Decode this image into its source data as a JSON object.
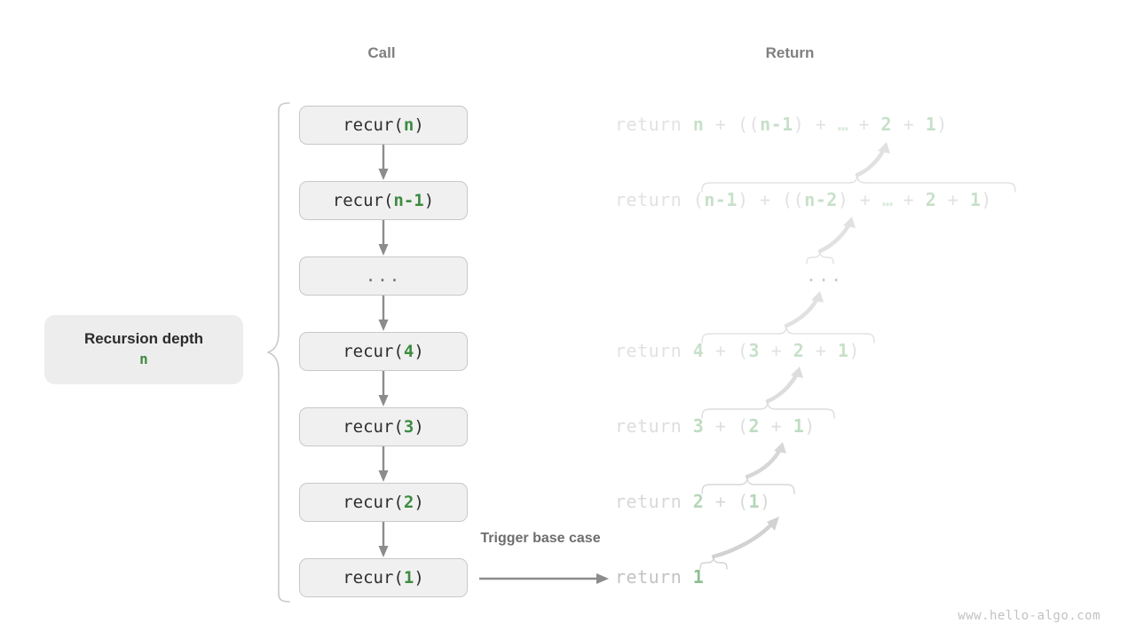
{
  "headers": {
    "call": "Call",
    "return": "Return"
  },
  "depth_box": {
    "title": "Recursion depth",
    "value": "n"
  },
  "trigger": {
    "label": "Trigger base case"
  },
  "watermark": "www.hello-algo.com",
  "colors": {
    "accent_green": "#3d8b40",
    "return_green": "#4a9a50",
    "box_fill": "#f0f0f0",
    "box_border": "#c8c8c8",
    "muted_text": "#9e9e9e",
    "header_text": "#808080",
    "depth_box_fill": "#ededed"
  },
  "call_stack": [
    {
      "name": "call-box-n",
      "prefix": "recur(",
      "arg": "n",
      "suffix": ")"
    },
    {
      "name": "call-box-n-1",
      "prefix": "recur(",
      "arg": "n-1",
      "suffix": ")"
    },
    {
      "name": "call-box-dots",
      "prefix": "",
      "arg": "",
      "suffix": "",
      "ellipsis": "..."
    },
    {
      "name": "call-box-4",
      "prefix": "recur(",
      "arg": "4",
      "suffix": ")"
    },
    {
      "name": "call-box-3",
      "prefix": "recur(",
      "arg": "3",
      "suffix": ")"
    },
    {
      "name": "call-box-2",
      "prefix": "recur(",
      "arg": "2",
      "suffix": ")"
    },
    {
      "name": "call-box-1",
      "prefix": "recur(",
      "arg": "1",
      "suffix": ")"
    }
  ],
  "returns": [
    {
      "keyword": "return ",
      "expr": "n + ((n-1) + … + 2 + 1)"
    },
    {
      "keyword": "return ",
      "expr": "(n-1) + ((n-2) + … + 2 + 1)"
    },
    {
      "keyword": "",
      "expr": "..."
    },
    {
      "keyword": "return ",
      "expr": "4 + (3 + 2 + 1)"
    },
    {
      "keyword": "return ",
      "expr": "3 + (2 + 1)"
    },
    {
      "keyword": "return ",
      "expr": "2 + (1)"
    },
    {
      "keyword": "return ",
      "expr": "1"
    }
  ],
  "return_rows": {
    "row0": {
      "kw": "return",
      "parts": "n + ((n-1) + … + 2 + 1)"
    },
    "row1": {
      "kw": "return",
      "parts": "(n-1) + ((n-2) + … + 2 + 1)"
    },
    "row_mid_dots": "...",
    "row3": {
      "kw": "return",
      "parts": "4 + (3 + 2 + 1)"
    },
    "row4": {
      "kw": "return",
      "parts": "3 + (2 + 1)"
    },
    "row5": {
      "kw": "return",
      "parts": "2 + (1)"
    },
    "row6": {
      "kw": "return",
      "parts": "1"
    }
  }
}
